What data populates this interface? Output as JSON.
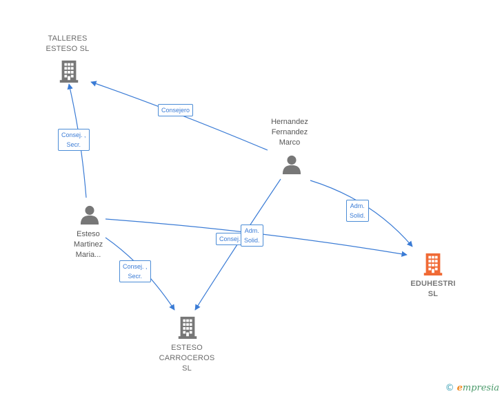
{
  "nodes": {
    "talleres": {
      "label": "TALLERES\nESTESO  SL",
      "icon": "building-icon"
    },
    "hernandez": {
      "label": "Hernandez\nFernandez\nMarco",
      "icon": "person-icon"
    },
    "esteso_person": {
      "label": "Esteso\nMartinez\nMaria...",
      "icon": "person-icon"
    },
    "eduhestri": {
      "label": "EDUHESTRI\nSL",
      "icon": "building-icon"
    },
    "carroceros": {
      "label": "ESTESO\nCARROCEROS\nSL",
      "icon": "building-icon"
    }
  },
  "edges": {
    "consejero": "Consejero",
    "consej_secr_1": "Consej. ,\nSecr.",
    "adm_solid_1": "Adm.\nSolid.",
    "consej_partial": "Consej.",
    "adm_solid_2": "Adm.\nSolid.",
    "consej_secr_2": "Consej. ,\nSecr."
  },
  "colors": {
    "edge": "#3a7bd5",
    "node_gray": "#777777",
    "target": "#f06a35"
  },
  "brand": {
    "copyright": "©",
    "name": "mpresia",
    "initial": "e"
  }
}
